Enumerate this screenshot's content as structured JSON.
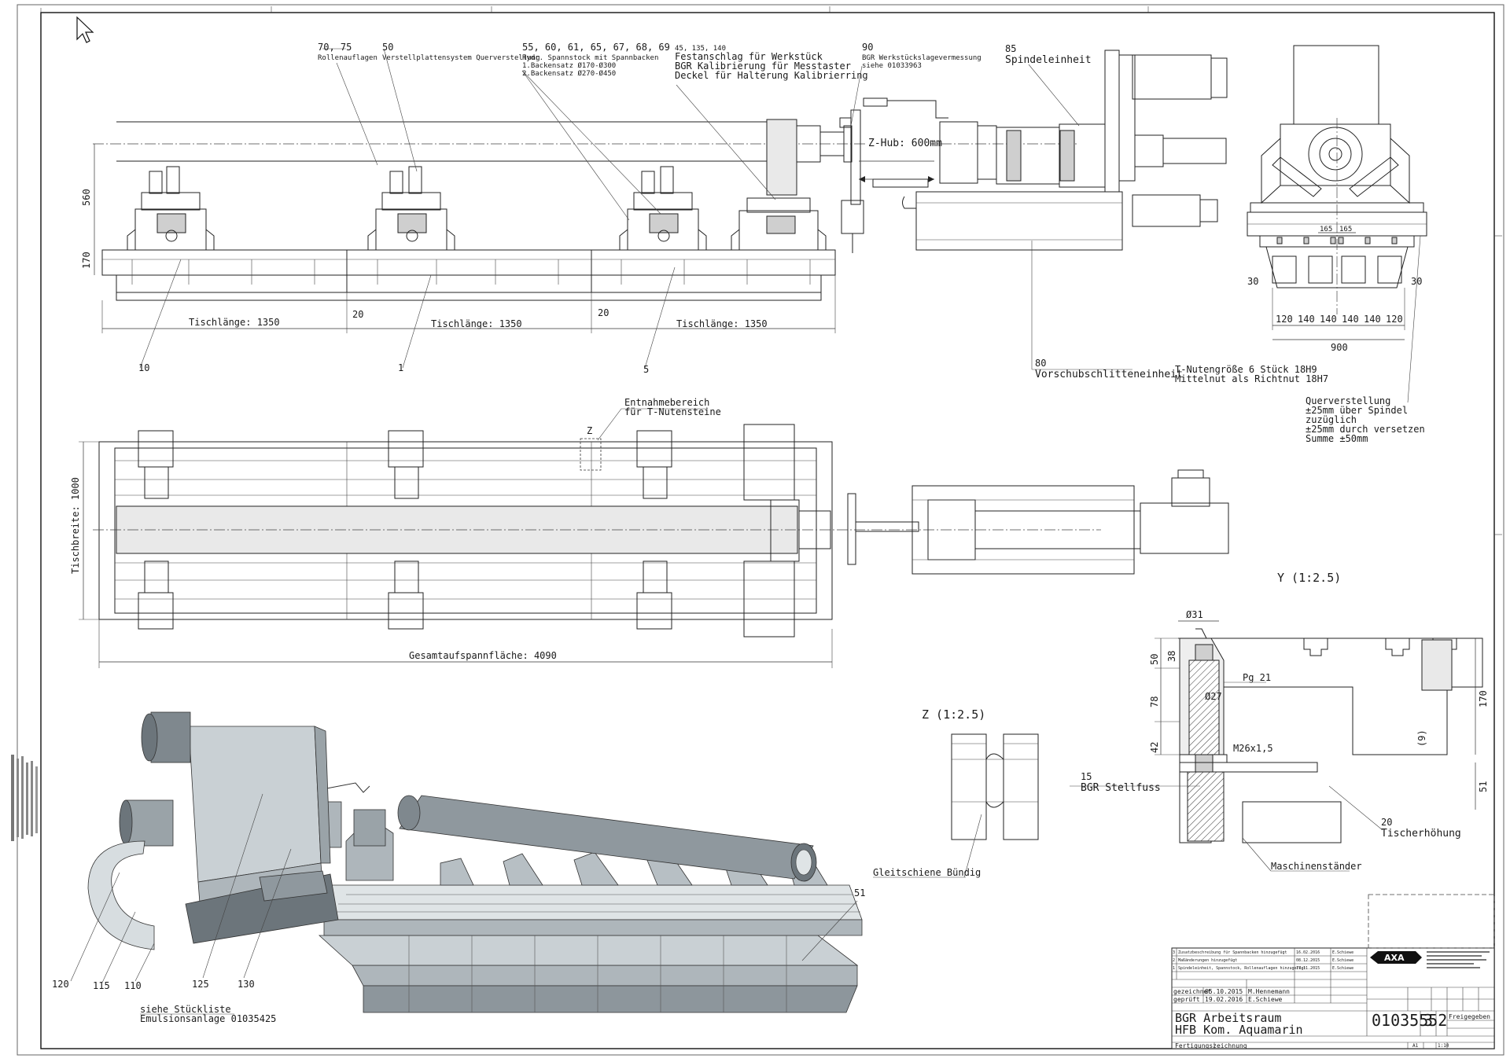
{
  "labels": {
    "item_70_75": "70, 75",
    "item_70_75_desc": "Rollenauflagen",
    "item_50": "50",
    "item_50_desc": "Verstellplattensystem Querverstellung",
    "item_55": "55, 60, 61, 65, 67, 68, 69",
    "item_55_desc1": "Hydr. Spannstock mit Spannbacken",
    "item_55_desc2": "1.Backensatz Ø170-Ø300",
    "item_55_desc3": "2.Backensatz Ø270-Ø450",
    "item_45": "45, 135, 140",
    "item_45_desc1": "Festanschlag für Werkstück",
    "item_45_desc2": "BGR Kalibrierung für Messtaster",
    "item_45_desc3": "Deckel für Halterung Kalibrierring",
    "item_90": "90",
    "item_90_desc1": "BGR Werkstückslagevermessung",
    "item_90_desc2": "siehe 01033963",
    "item_85": "85",
    "item_85_desc": "Spindeleinheit",
    "z_hub": "Z-Hub: 600mm",
    "item_80": "80",
    "item_80_desc": "Vorschubschlitteneinheit",
    "tnut1": "T-Nutengröße 6 Stück 18H9",
    "tnut2": "Mittelnut als Richtnut 18H7",
    "quer1": "Querverstellung",
    "quer2": "±25mm über Spindel",
    "quer3": "zuzüglich",
    "quer4": "±25mm durch versetzen",
    "quer5": "Summe ±50mm",
    "entnahme1": "Entnahmebereich",
    "entnahme2": "für T-Nutensteine",
    "z_mark": "Z",
    "tischbreite": "Tischbreite: 1000",
    "gesamt": "Gesamtaufspannfläche: 4090",
    "tisch1": "Tischlänge: 1350",
    "tisch2": "Tischlänge: 1350",
    "tisch3": "Tischlänge: 1350",
    "gap20a": "20",
    "gap20b": "20",
    "dim560": "560",
    "dim170": "170",
    "pos10": "10",
    "pos1": "1",
    "pos5": "5",
    "view_y": "Y (1:2.5)",
    "view_z": "Z (1:2.5)",
    "gleit": "Gleitschiene Bündig",
    "phi31": "Ø31",
    "phi27": "Ø27",
    "pg21": "Pg 21",
    "m26": "M26x1,5",
    "y50": "50",
    "y38": "38",
    "y78": "78",
    "y42": "42",
    "y170": "170",
    "y9": "(9)",
    "y51": "51",
    "item_15": "15",
    "item_15_desc": "BGR Stellfuss",
    "item_20": "20",
    "item_20_desc": "Tischerhöhung",
    "maschinen": "Maschinenständer",
    "pos120": "120",
    "pos115": "115",
    "pos110": "110",
    "pos125": "125",
    "pos130": "130",
    "pos51": "51",
    "stuckliste1": "siehe Stückliste",
    "stuckliste2": "Emulsionsanlage 01035425",
    "end165a": "165",
    "end165b": "165",
    "end30a": "30",
    "end30b": "30",
    "end_row": [
      "120",
      "140",
      "140",
      "140",
      "140",
      "120"
    ],
    "end900": "900"
  },
  "title_block": {
    "logo": "AXA",
    "drawing_no": "01035552",
    "sheet": "3",
    "title1": "BGR Arbeitsraum",
    "title2": "HFB Kom. Aquamarin",
    "status": "Freigegeben",
    "doc_type": "Fertigungszeichnung",
    "created_label": "gezeichnet",
    "created_date": "05.10.2015",
    "created_name": "M.Hennemann",
    "checked_label": "geprüft",
    "checked_date": "19.02.2016",
    "checked_name": "E.Schiewe",
    "scale": "1:10",
    "format": "A1",
    "revisions": [
      {
        "idx": "3",
        "text": "Zusatzbeschreibung für Spannbacken hinzugefügt",
        "date": "16.02.2016",
        "name": "E.Schiewe"
      },
      {
        "idx": "2",
        "text": "Maßänderungen hinzugefügt",
        "date": "08.12.2015",
        "name": "E.Schiewe"
      },
      {
        "idx": "1",
        "text": "Spindeleinheit, Spannstock, Rollenauflagen hinzugefügt",
        "date": "17.11.2015",
        "name": "E.Schiewe"
      }
    ]
  },
  "colors": {
    "ink": "#1a1a1a",
    "shade_light": "#e9e9e9",
    "shade_mid": "#cfcfcf",
    "model_dark": "#8d969c",
    "model_light": "#c9d0d4"
  }
}
